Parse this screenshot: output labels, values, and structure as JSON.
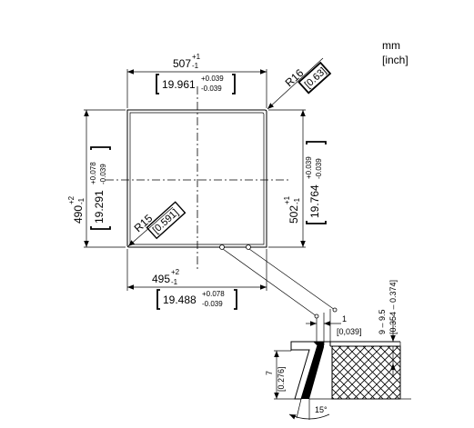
{
  "units": {
    "metric": "mm",
    "imperial": "[inch]"
  },
  "dimensions": {
    "top_width": {
      "value": "507",
      "tol_plus": "+1",
      "tol_minus": "-1",
      "inch_value": "19.961",
      "inch_tol_plus": "+0.039",
      "inch_tol_minus": "-0.039"
    },
    "top_right_radius": {
      "value": "R16",
      "inch": "[0.63]"
    },
    "left_height": {
      "value": "490",
      "tol_plus": "+2",
      "tol_minus": "-1",
      "inch_value": "19.291",
      "inch_tol_plus": "+0.078",
      "inch_tol_minus": "-0.039"
    },
    "right_height": {
      "value": "502",
      "tol_plus": "+1",
      "tol_minus": "-1",
      "inch_value": "19.764",
      "inch_tol_plus": "+0.039",
      "inch_tol_minus": "-0.039"
    },
    "bottom_left_radius": {
      "value": "R15",
      "inch": "[0.591]"
    },
    "bottom_width": {
      "value": "495",
      "tol_plus": "+2",
      "tol_minus": "-1",
      "inch_value": "19.488",
      "inch_tol_plus": "+0.078",
      "inch_tol_minus": "-0.039"
    }
  },
  "detail": {
    "gap": {
      "value": "1",
      "inch": "[0,039]"
    },
    "panel_thickness": {
      "value": "9 – 9.5",
      "inch": "[0.354 – 0.374]"
    },
    "flange_height": {
      "value": "7",
      "inch": "[0.276]"
    },
    "angle": "15°"
  }
}
